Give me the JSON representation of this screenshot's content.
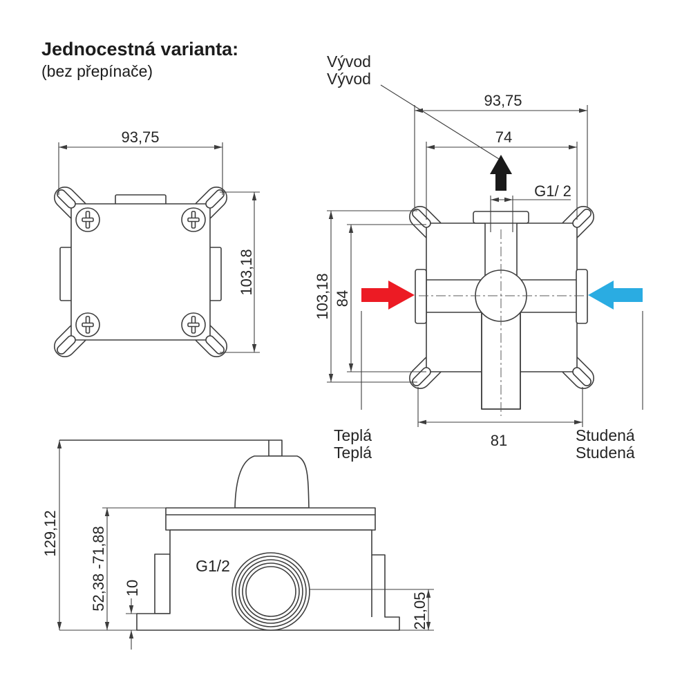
{
  "title": "Jednocestná varianta:",
  "subtitle": "(bez přepínače)",
  "front_view": {
    "width": "93,75",
    "height": "103,18"
  },
  "flow_view": {
    "overall_width": "93,75",
    "outlet_width": "74",
    "outlet_thread": "G1/ 2",
    "overall_height": "103,18",
    "screw_spacing": "84",
    "bottom_width": "81",
    "outlet_label_1": "Vývod",
    "outlet_label_2": "Vývod",
    "hot_label_1": "Teplá",
    "hot_label_2": "Teplá",
    "cold_label_1": "Studená",
    "cold_label_2": "Studená"
  },
  "side_view": {
    "overall_height": "129,12",
    "mount_depth_range": "52,38 -71,88",
    "step": "10",
    "port_height": "21,05",
    "port_thread": "G1/2"
  },
  "colors": {
    "hot": "#ec1b24",
    "cold": "#2aace2",
    "outlet": "#1a1a1a",
    "line": "#3d3d3d"
  }
}
